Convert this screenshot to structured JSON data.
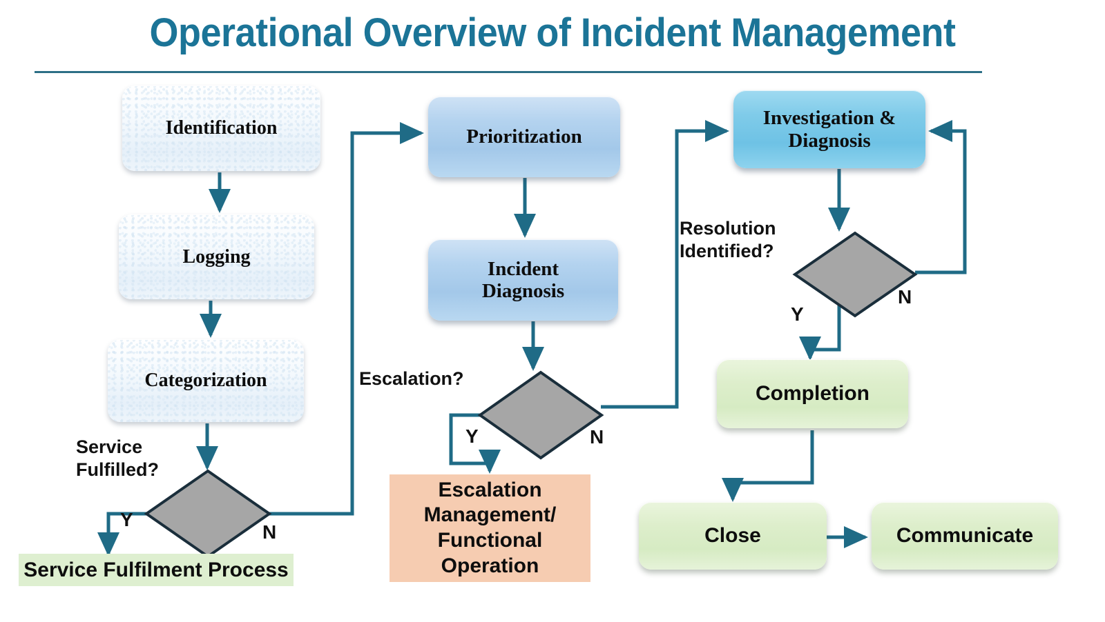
{
  "header": {
    "title": "Operational Overview of Incident Management",
    "title_color": "#1B7497",
    "rule_color": "#2C6F86"
  },
  "theme": {
    "connector_color": "#1F6B86",
    "diamond_fill": "#A6A6A6",
    "diamond_stroke": "#1A2E3B",
    "white_box_fill": "#EEF5FB",
    "blue_box_fill": "#AECFEC",
    "cyan_box_fill": "#7FCBE9",
    "green_box_fill": "#DDEECB",
    "flat_green_fill": "#DEEFD0",
    "peach_fill": "#F6CCB1"
  },
  "chart_data": {
    "type": "diagram",
    "title": "Operational Overview of Incident Management",
    "nodes": [
      {
        "id": "identification",
        "label": "Identification",
        "shape": "rounded-rect",
        "style": "white"
      },
      {
        "id": "logging",
        "label": "Logging",
        "shape": "rounded-rect",
        "style": "white"
      },
      {
        "id": "categorization",
        "label": "Categorization",
        "shape": "rounded-rect",
        "style": "white"
      },
      {
        "id": "service-fulfilled",
        "label": "Service Fulfilled?",
        "shape": "diamond",
        "style": "gray"
      },
      {
        "id": "service-fulfilment-process",
        "label": "Service Fulfilment Process",
        "shape": "rect",
        "style": "flat-green"
      },
      {
        "id": "prioritization",
        "label": "Prioritization",
        "shape": "rounded-rect",
        "style": "blue"
      },
      {
        "id": "incident-diagnosis",
        "label": "Incident Diagnosis",
        "shape": "rounded-rect",
        "style": "blue"
      },
      {
        "id": "escalation",
        "label": "Escalation?",
        "shape": "diamond",
        "style": "gray"
      },
      {
        "id": "escalation-management",
        "label": "Escalation Management/ Functional Operation",
        "shape": "rect",
        "style": "flat-peach"
      },
      {
        "id": "investigation-diagnosis",
        "label": "Investigation & Diagnosis",
        "shape": "rounded-rect",
        "style": "cyan"
      },
      {
        "id": "resolution-identified",
        "label": "Resolution Identified?",
        "shape": "diamond",
        "style": "gray"
      },
      {
        "id": "completion",
        "label": "Completion",
        "shape": "rounded-rect",
        "style": "green"
      },
      {
        "id": "close",
        "label": "Close",
        "shape": "rounded-rect",
        "style": "green"
      },
      {
        "id": "communicate",
        "label": "Communicate",
        "shape": "rounded-rect",
        "style": "green"
      }
    ],
    "edges": [
      {
        "from": "identification",
        "to": "logging",
        "label": ""
      },
      {
        "from": "logging",
        "to": "categorization",
        "label": ""
      },
      {
        "from": "categorization",
        "to": "service-fulfilled",
        "label": ""
      },
      {
        "from": "service-fulfilled",
        "to": "service-fulfilment-process",
        "label": "Y"
      },
      {
        "from": "service-fulfilled",
        "to": "prioritization",
        "label": "N"
      },
      {
        "from": "prioritization",
        "to": "incident-diagnosis",
        "label": ""
      },
      {
        "from": "incident-diagnosis",
        "to": "escalation",
        "label": ""
      },
      {
        "from": "escalation",
        "to": "escalation-management",
        "label": "Y"
      },
      {
        "from": "escalation",
        "to": "investigation-diagnosis",
        "label": "N"
      },
      {
        "from": "investigation-diagnosis",
        "to": "resolution-identified",
        "label": ""
      },
      {
        "from": "resolution-identified",
        "to": "completion",
        "label": "Y"
      },
      {
        "from": "resolution-identified",
        "to": "investigation-diagnosis",
        "label": "N"
      },
      {
        "from": "completion",
        "to": "close",
        "label": ""
      },
      {
        "from": "close",
        "to": "communicate",
        "label": ""
      }
    ]
  },
  "nodes": {
    "identification": {
      "label": "Identification"
    },
    "logging": {
      "label": "Logging"
    },
    "categorization": {
      "label": "Categorization"
    },
    "service_fulfilment_process": {
      "label": "Service Fulfilment Process"
    },
    "prioritization": {
      "label": "Prioritization"
    },
    "incident_diagnosis": {
      "line1": "Incident",
      "line2": "Diagnosis"
    },
    "escalation_management": {
      "line1": "Escalation",
      "line2": "Management/",
      "line3": "Functional",
      "line4": "Operation"
    },
    "investigation_diagnosis": {
      "line1": "Investigation &",
      "line2": "Diagnosis"
    },
    "completion": {
      "label": "Completion"
    },
    "close": {
      "label": "Close"
    },
    "communicate": {
      "label": "Communicate"
    }
  },
  "decisions": {
    "service_fulfilled": {
      "line1": "Service",
      "line2": "Fulfilled?",
      "yes": "Y",
      "no": "N"
    },
    "escalation": {
      "label": "Escalation?",
      "yes": "Y",
      "no": "N"
    },
    "resolution_identified": {
      "line1": "Resolution",
      "line2": "Identified?",
      "yes": "Y",
      "no": "N"
    }
  }
}
